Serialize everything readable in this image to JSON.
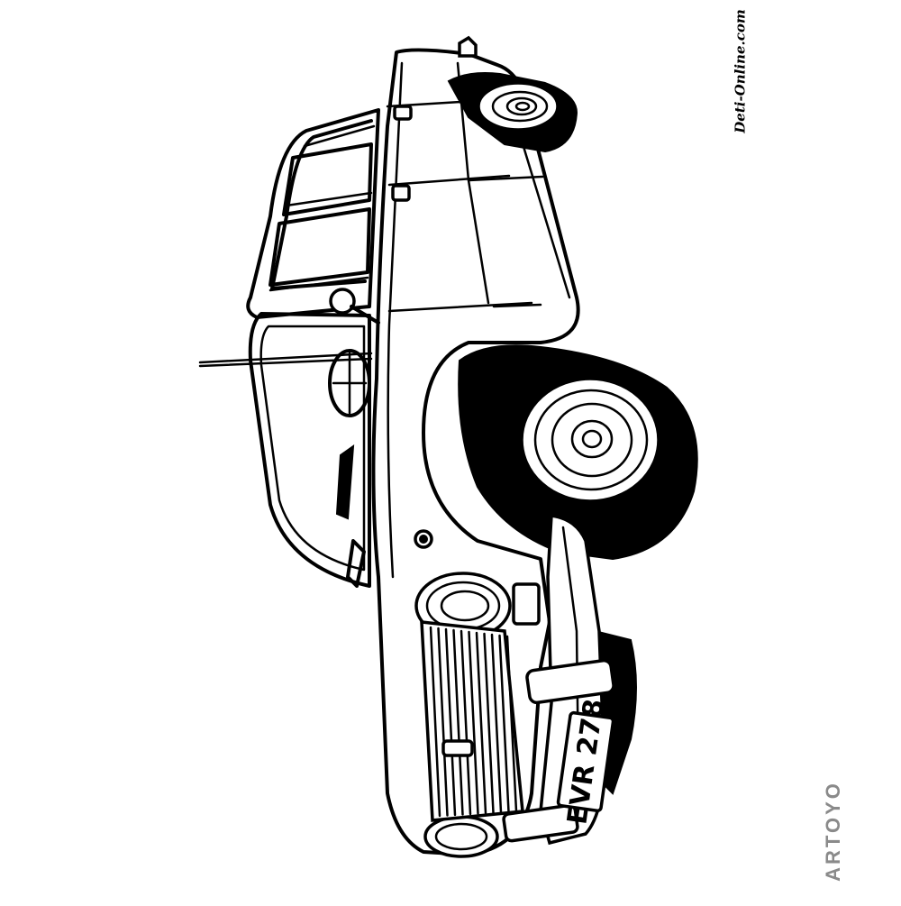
{
  "illustration": {
    "subject": "car-line-art",
    "plate": "EVR 278",
    "watermark_site": "Deti-Online.com",
    "watermark_brand": "ARTOYO",
    "colors": {
      "ink": "#000000",
      "paper": "#ffffff",
      "brand": "#8a8a8a"
    }
  }
}
